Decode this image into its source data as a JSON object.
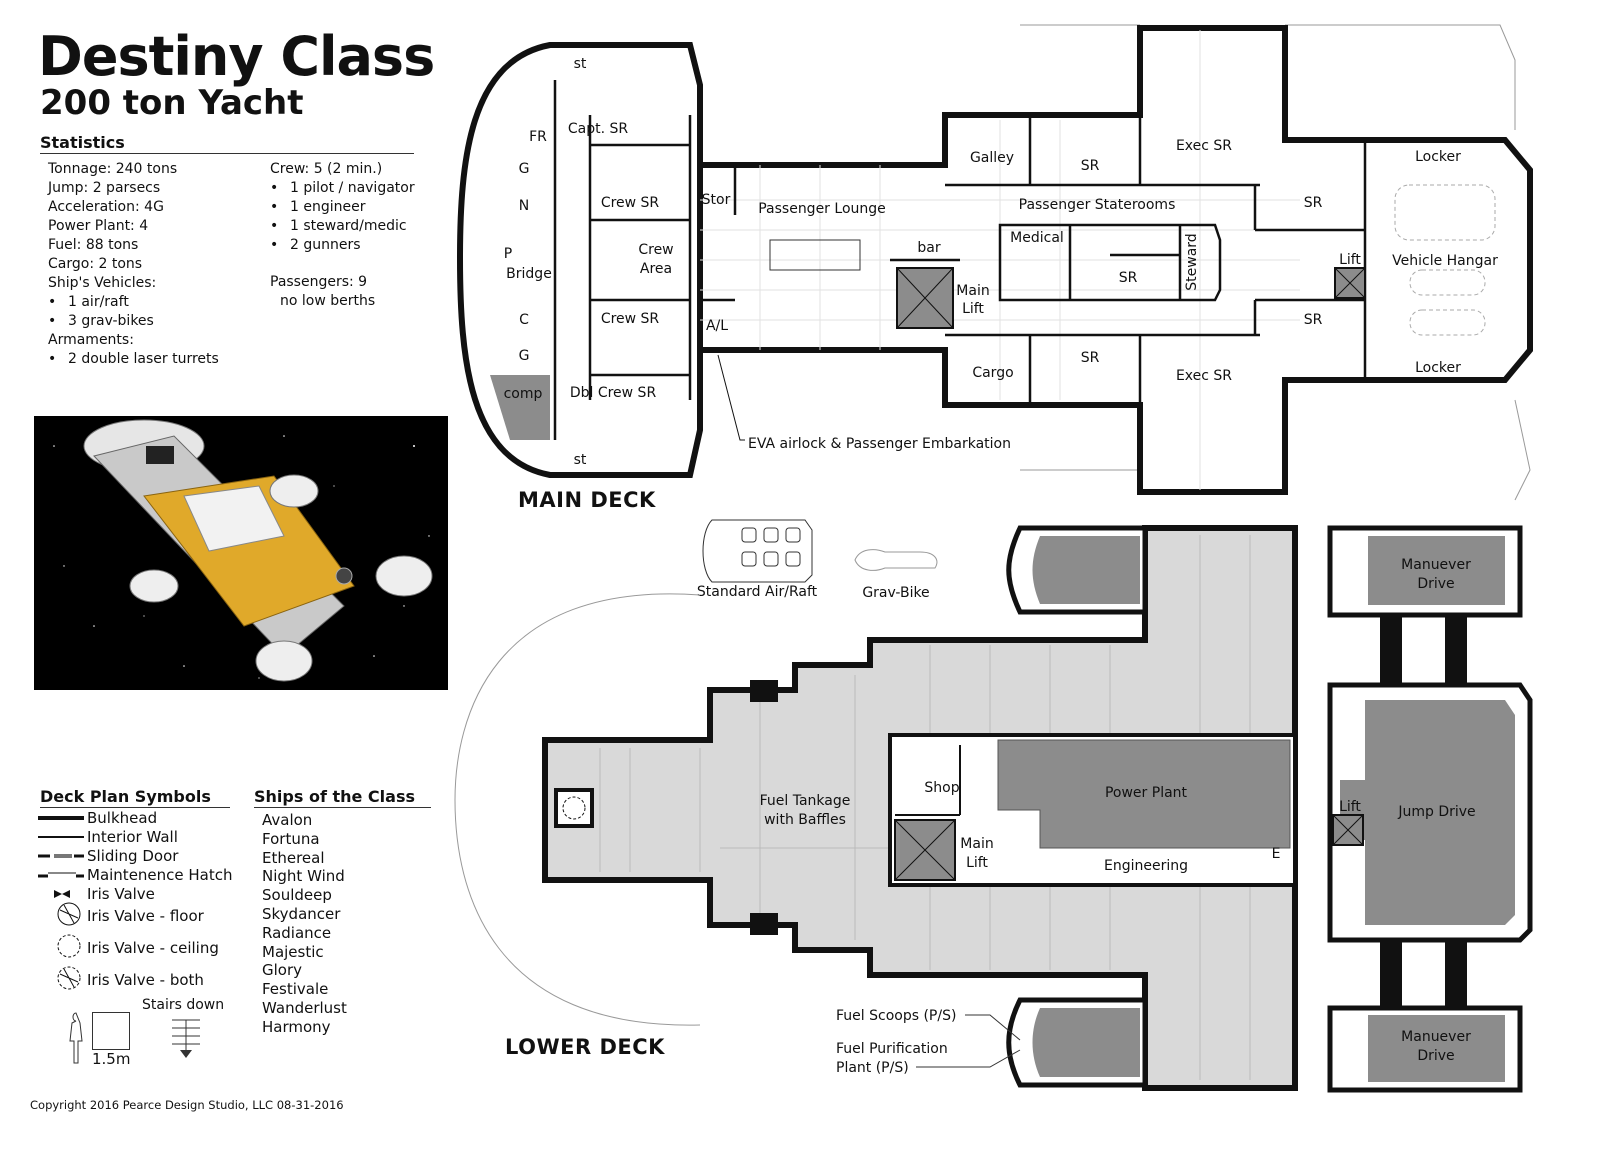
{
  "title": {
    "line1": "Destiny Class",
    "line2": "200 ton Yacht"
  },
  "statistics": {
    "heading": "Statistics",
    "left": [
      "Tonnage: 240 tons",
      "Jump: 2 parsecs",
      "Acceleration: 4G",
      "Power Plant: 4",
      "Fuel: 88 tons",
      "Cargo: 2 tons",
      "Ship's Vehicles:"
    ],
    "vehicles": [
      "1 air/raft",
      "3 grav-bikes"
    ],
    "armaments_label": "Armaments:",
    "armaments": [
      "2 double laser turrets"
    ],
    "crew_label": "Crew: 5 (2 min.)",
    "crew": [
      "1 pilot / navigator",
      "1 engineer",
      "1 steward/medic",
      "2 gunners"
    ],
    "passengers": "Passengers: 9",
    "berths": "no low berths"
  },
  "symbols": {
    "heading": "Deck Plan Symbols",
    "items": [
      "Bulkhead",
      "Interior Wall",
      "Sliding Door",
      "Maintenence Hatch",
      "Iris Valve",
      "Iris Valve - floor",
      "Iris Valve - ceiling",
      "Iris Valve - both"
    ],
    "stairs": "Stairs down",
    "scale": "1.5m"
  },
  "ships": {
    "heading": "Ships of the Class",
    "names": [
      "Avalon",
      "Fortuna",
      "Ethereal",
      "Night Wind",
      "Souldeep",
      "Skydancer",
      "Radiance",
      "Majestic",
      "Glory",
      "Festivale",
      "Wanderlust",
      "Harmony"
    ]
  },
  "main_deck": {
    "label": "MAIN DECK",
    "rooms": {
      "st_top": "st",
      "fr": "FR",
      "capt_sr": "Capt. SR",
      "g1": "G",
      "n": "N",
      "p": "P",
      "bridge": "Bridge",
      "c": "C",
      "g2": "G",
      "comp": "comp",
      "crew_sr1": "Crew SR",
      "crew_area1": "Crew",
      "crew_area2": "Area",
      "crew_sr2": "Crew SR",
      "dbl_crew_sr": "Dbl Crew SR",
      "st_bottom": "st",
      "stor": "Stor",
      "al": "A/L",
      "lounge": "Passenger Lounge",
      "bar": "bar",
      "main_lift1": "Main",
      "main_lift2": "Lift",
      "galley": "Galley",
      "sr_a": "SR",
      "exec_sr_top": "Exec SR",
      "staterooms": "Passenger Staterooms",
      "medical": "Medical",
      "sr_med": "SR",
      "steward": "Steward",
      "cargo": "Cargo",
      "sr_b": "SR",
      "exec_sr_bottom": "Exec SR",
      "sr_c": "SR",
      "sr_d": "SR",
      "locker_top": "Locker",
      "lift": "Lift",
      "vehicle_hangar": "Vehicle Hangar",
      "locker_bottom": "Locker"
    },
    "callout": "EVA airlock & Passenger Embarkation"
  },
  "vehicles_art": {
    "air_raft": "Standard Air/Raft",
    "grav_bike": "Grav-Bike"
  },
  "lower_deck": {
    "label": "LOWER DECK",
    "rooms": {
      "fuel1": "Fuel Tankage",
      "fuel2": "with Baffles",
      "shop": "Shop",
      "main1": "Main",
      "main2": "Lift",
      "power_plant": "Power Plant",
      "engineering": "Engineering",
      "e": "E",
      "lift": "Lift",
      "jump_drive": "Jump Drive",
      "mdrive_top1": "Manuever",
      "mdrive_top2": "Drive",
      "mdrive_bottom1": "Manuever",
      "mdrive_bottom2": "Drive"
    },
    "callout_scoops": "Fuel Scoops (P/S)",
    "callout_purif1": "Fuel Purification",
    "callout_purif2": "Plant (P/S)"
  },
  "copyright": "Copyright 2016 Pearce Design Studio, LLC   08-31-2016",
  "colors": {
    "wall": "#111111",
    "tank": "#d9d9d9",
    "machinery": "#8c8c8c",
    "space": "#000000",
    "hull_yellow": "#e0a92a"
  }
}
